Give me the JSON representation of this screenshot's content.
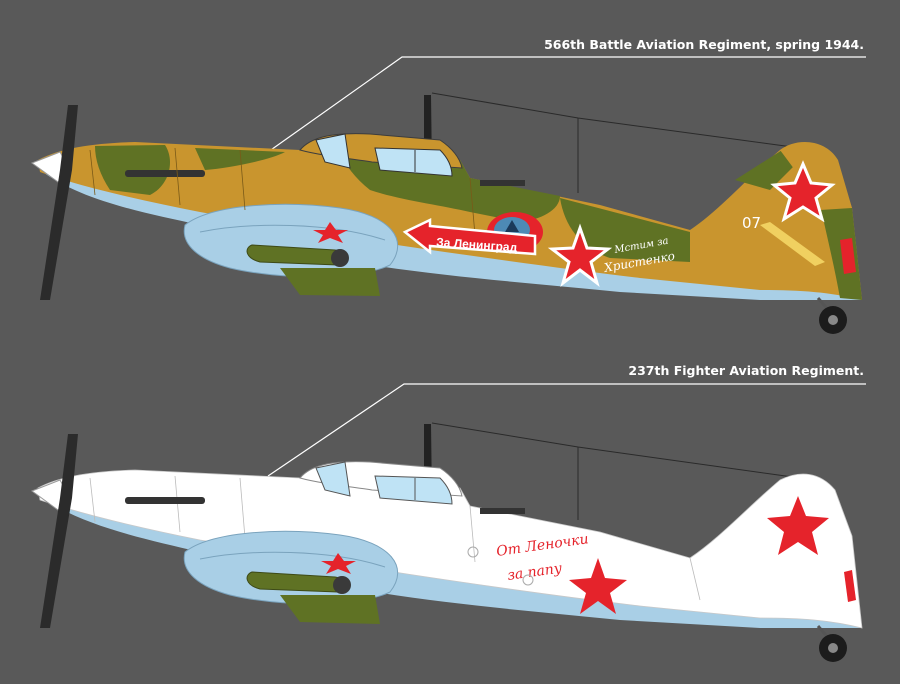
{
  "profiles": [
    {
      "caption": "566th Battle Aviation Regiment, spring 1944.",
      "scheme": "camouflage",
      "colors": {
        "sand": "#c9952e",
        "olive": "#5f7224",
        "underside": "#a9cfe6",
        "red": "#e5232b",
        "white": "#ffffff"
      },
      "tail_number": "07",
      "slogan": "За Ленинград",
      "inscription_line1": "Мстим за",
      "inscription_line2": "Христенко"
    },
    {
      "caption": "237th Fighter Aviation Regiment.",
      "scheme": "winter-white",
      "colors": {
        "top": "#ffffff",
        "underside": "#a9cfe6",
        "red": "#e5232b",
        "olive": "#5f7224"
      },
      "inscription_line1": "От Леночки",
      "inscription_line2": "за папу"
    }
  ]
}
